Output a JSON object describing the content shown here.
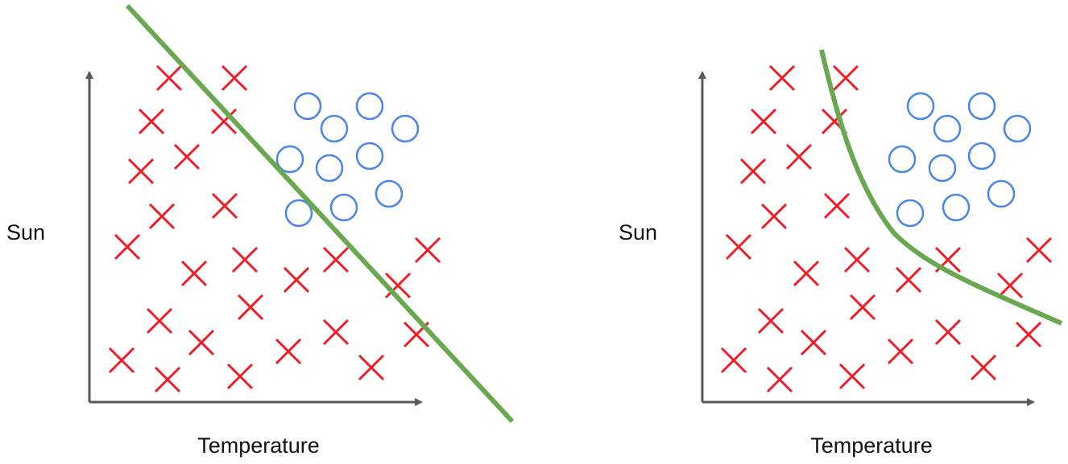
{
  "colors": {
    "axis": "#595959",
    "cross": "#ee1c25",
    "circle": "#4a86e8",
    "boundary": "#6aa84f",
    "text": "#111111"
  },
  "panels": [
    {
      "id": "linear",
      "ylabel": "Sun",
      "xlabel": "Temperature",
      "boundary": "linear",
      "crosses": [
        [
          210,
          97
        ],
        [
          291,
          97
        ],
        [
          188,
          151
        ],
        [
          278,
          151
        ],
        [
          232,
          195
        ],
        [
          175,
          213
        ],
        [
          279,
          256
        ],
        [
          201,
          269
        ],
        [
          158,
          307
        ],
        [
          241,
          340
        ],
        [
          304,
          323
        ],
        [
          368,
          348
        ],
        [
          417,
          323
        ],
        [
          494,
          355
        ],
        [
          531,
          311
        ],
        [
          311,
          382
        ],
        [
          198,
          399
        ],
        [
          250,
          426
        ],
        [
          151,
          448
        ],
        [
          208,
          472
        ],
        [
          298,
          468
        ],
        [
          358,
          437
        ],
        [
          417,
          413
        ],
        [
          461,
          457
        ],
        [
          517,
          416
        ]
      ],
      "circles": [
        [
          382,
          132
        ],
        [
          459,
          132
        ],
        [
          415,
          160
        ],
        [
          503,
          160
        ],
        [
          360,
          198
        ],
        [
          409,
          209
        ],
        [
          459,
          194
        ],
        [
          483,
          241
        ],
        [
          427,
          258
        ],
        [
          371,
          265
        ]
      ]
    },
    {
      "id": "curved",
      "ylabel": "Sun",
      "xlabel": "Temperature",
      "boundary": "curved",
      "crosses": [
        [
          971,
          97
        ],
        [
          1050,
          97
        ],
        [
          948,
          151
        ],
        [
          1036,
          151
        ],
        [
          992,
          195
        ],
        [
          935,
          213
        ],
        [
          1039,
          256
        ],
        [
          961,
          269
        ],
        [
          917,
          307
        ],
        [
          1001,
          340
        ],
        [
          1064,
          323
        ],
        [
          1128,
          348
        ],
        [
          1177,
          323
        ],
        [
          1254,
          355
        ],
        [
          1290,
          311
        ],
        [
          1071,
          382
        ],
        [
          957,
          399
        ],
        [
          1010,
          426
        ],
        [
          911,
          448
        ],
        [
          968,
          472
        ],
        [
          1058,
          468
        ],
        [
          1118,
          437
        ],
        [
          1177,
          413
        ],
        [
          1221,
          457
        ],
        [
          1277,
          416
        ]
      ],
      "circles": [
        [
          1143,
          132
        ],
        [
          1219,
          132
        ],
        [
          1176,
          160
        ],
        [
          1263,
          160
        ],
        [
          1120,
          198
        ],
        [
          1170,
          209
        ],
        [
          1219,
          194
        ],
        [
          1243,
          241
        ],
        [
          1187,
          258
        ],
        [
          1130,
          265
        ]
      ]
    }
  ]
}
